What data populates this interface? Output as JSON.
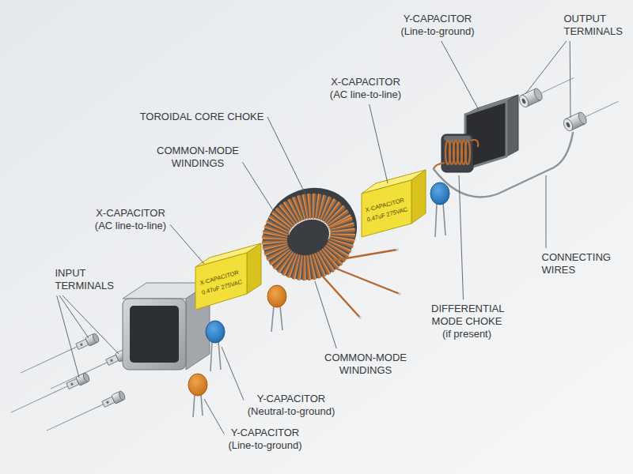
{
  "diagram": {
    "labels": [
      "Y-CAPACITOR (Line-to-ground)",
      "OUTPUT TERMINALS",
      "X-CAPACITOR (AC line-to-line)",
      "TOROIDAL CORE CHOKE",
      "COMMON-MODE WINDINGS",
      "X-CAPACITOR (AC line-to-line)",
      "X-CAPACITOR",
      "0.47uF 275VAC",
      "X-CAPACITOR",
      "0.47uF 275VAC",
      "CONNECTING WIRES",
      "INPUT TERMINALS",
      "DIFFERENTIAL MODE CHOKE (if present)",
      "COMMON-MODE WINDINGS",
      "Y-CAPACITOR (Neutral-to-ground)",
      "Y-CAPACITOR (Line-to-ground)"
    ]
  }
}
